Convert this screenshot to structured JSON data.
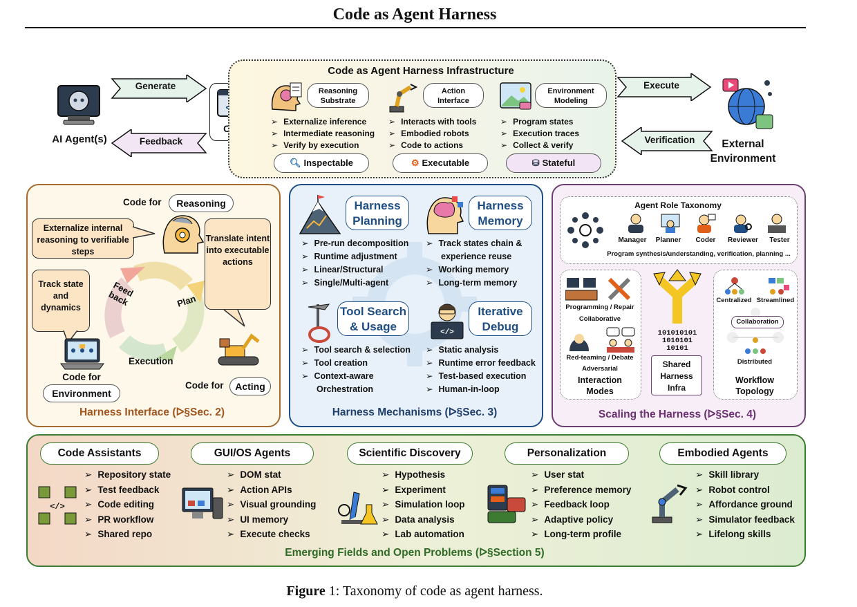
{
  "title": "Code as Agent Harness",
  "top": {
    "infra_title": "Code as Agent Harness Infrastructure",
    "agent_label": "AI Agent(s)",
    "generate_label": "Generate",
    "feedback_label": "Feedback",
    "code_label": "Code",
    "execute_label": "Execute",
    "verification_label": "Verification",
    "env_label_line1": "External",
    "env_label_line2": "Environment",
    "columns": [
      {
        "label_line1": "Reasoning",
        "label_line2": "Substrate",
        "items": [
          "Externalize inference",
          "Intermediate reasoning",
          "Verify by execution"
        ]
      },
      {
        "label_line1": "Action",
        "label_line2": "Interface",
        "items": [
          "Interacts with tools",
          "Embodied robots",
          "Code to actions"
        ]
      },
      {
        "label_line1": "Environment",
        "label_line2": "Modeling",
        "items": [
          "Program states",
          "Execution traces",
          "Collect & verify"
        ]
      }
    ],
    "properties": [
      "Inspectable",
      "Executable",
      "Stateful"
    ]
  },
  "interface": {
    "code_for_reasoning_prefix": "Code for",
    "code_for_reasoning_word": "Reasoning",
    "callout_reasoning": "Externalize internal reasoning to verifiable steps",
    "callout_acting": "Translate intent into executable actions",
    "callout_env": "Track state and dynamics",
    "cycle_feedback": "Feed back",
    "cycle_plan": "Plan",
    "cycle_execution": "Execution",
    "code_for_env_prefix": "Code for",
    "code_for_env_word": "Environment",
    "code_for_acting_prefix": "Code for",
    "code_for_acting_word": "Acting",
    "footer": "Harness Interface (ᐅ§Sec. 2)"
  },
  "mechanisms": {
    "planning_line1": "Harness",
    "planning_line2": "Planning",
    "planning_items": [
      "Pre-run decomposition",
      "Runtime adjustment",
      "Linear/Structural",
      "Single/Multi-agent"
    ],
    "memory_line1": "Harness",
    "memory_line2": "Memory",
    "memory_items": [
      "Track states chain &",
      "experience reuse",
      "Working memory",
      "Long-term memory"
    ],
    "tool_line1": "Tool Search",
    "tool_line2": "& Usage",
    "tool_items": [
      "Tool search & selection",
      "Tool creation",
      "Context-aware",
      "Orchestration"
    ],
    "debug_line1": "Iterative",
    "debug_line2": "Debug",
    "debug_items": [
      "Static analysis",
      "Runtime error feedback",
      "Test-based execution",
      "Human-in-loop"
    ],
    "footer": "Harness Mechanisms (ᐅ§Sec. 3)"
  },
  "scaling": {
    "taxonomy_title": "Agent Role Taxonomy",
    "roles": [
      "Manager",
      "Planner",
      "Coder",
      "Reviewer",
      "Tester"
    ],
    "taxonomy_note": "Program synthesis/understanding, verification, planning ...",
    "modes_programming": "Programming / Repair",
    "modes_collaborative": "Collaborative",
    "modes_redteam": "Red-teaming / Debate",
    "modes_adversarial": "Adversarial",
    "modes_title_line1": "Interaction",
    "modes_title_line2": "Modes",
    "infra_binary": [
      "101010101",
      "1010101",
      "10101"
    ],
    "infra_line1": "Shared",
    "infra_line2": "Harness",
    "infra_line3": "Infra",
    "topo_centralized": "Centralized",
    "topo_streamlined": "Streamlined",
    "topo_collaboration": "Collaboration",
    "topo_distributed": "Distributed",
    "topo_title_line1": "Workflow",
    "topo_title_line2": "Topology",
    "footer": "Scaling the Harness (ᐅ§Sec. 4)"
  },
  "fields": {
    "columns": [
      {
        "title": "Code Assistants",
        "items": [
          "Repository state",
          "Test feedback",
          "Code editing",
          "PR workflow",
          "Shared repo"
        ]
      },
      {
        "title": "GUI/OS Agents",
        "items": [
          "DOM stat",
          "Action APIs",
          "Visual grounding",
          "UI memory",
          "Execute checks"
        ]
      },
      {
        "title": "Scientific Discovery",
        "items": [
          "Hypothesis",
          "Experiment",
          "Simulation loop",
          "Data analysis",
          "Lab automation"
        ]
      },
      {
        "title": "Personalization",
        "items": [
          "User stat",
          "Preference memory",
          "Feedback loop",
          "Adaptive policy",
          "Long-term profile"
        ]
      },
      {
        "title": "Embodied Agents",
        "items": [
          "Skill library",
          "Robot control",
          "Affordance ground",
          "Simulator feedback",
          "Lifelong skills"
        ]
      }
    ],
    "footer": "Emerging Fields and Open Problems (ᐅ§Section 5)"
  },
  "caption_label": "Figure",
  "caption_number": "1",
  "caption_text": ": Taxonomy of code as agent harness."
}
